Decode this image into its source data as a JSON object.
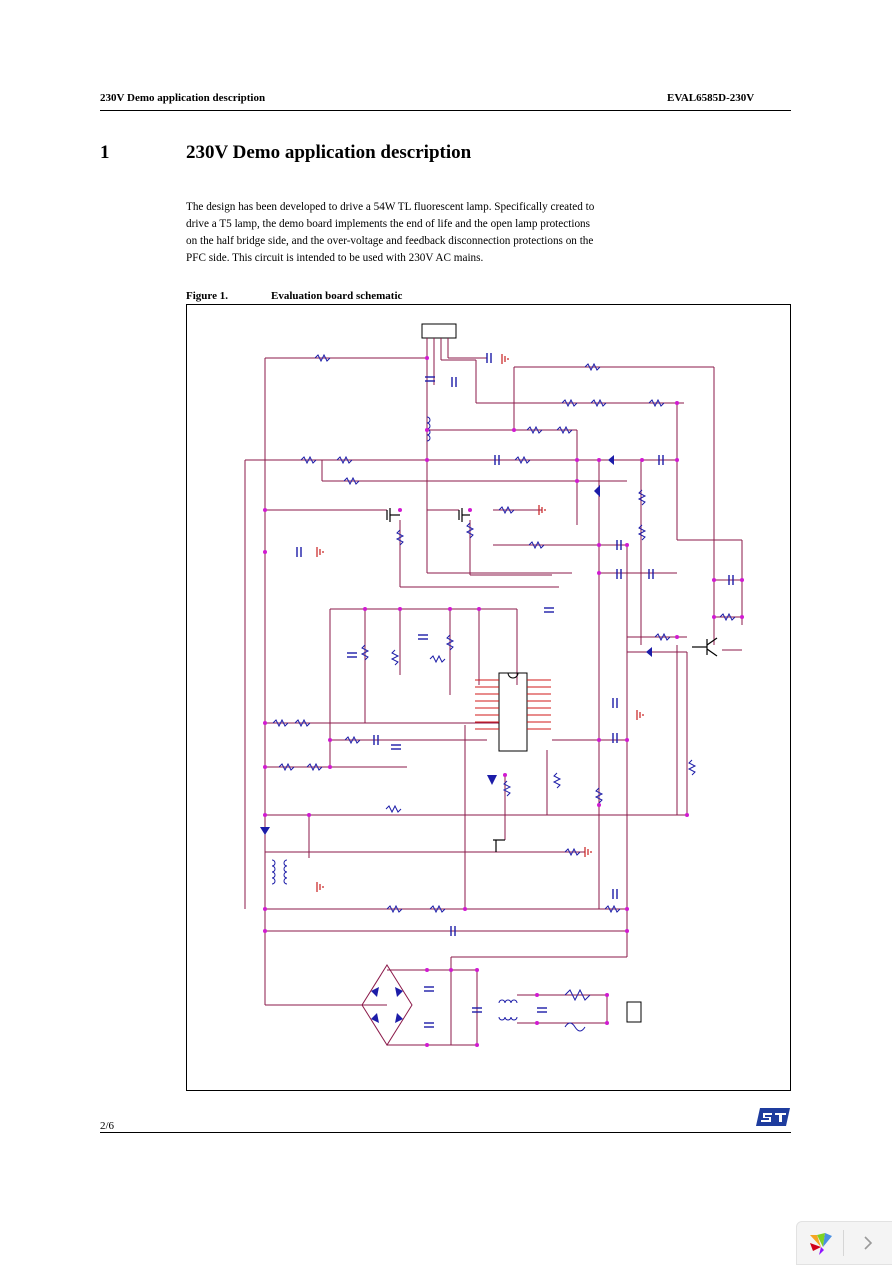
{
  "header": {
    "left": "230V Demo application description",
    "right": "EVAL6585D-230V"
  },
  "section": {
    "number": "1",
    "title": "230V Demo application description"
  },
  "body": {
    "lines": [
      "The design has been developed to drive a 54W TL fluorescent lamp. Specifically created to",
      "drive a T5 lamp, the demo board implements the end of life and the open lamp protections",
      "on the half bridge side, and the over-voltage and feedback disconnection protections on the",
      "PFC side. This circuit is intended to be used with 230V AC mains."
    ]
  },
  "figure": {
    "label": "Figure 1.",
    "title": "Evaluation board schematic"
  },
  "footer": {
    "page": "2/6"
  },
  "colors": {
    "wire": "#8b1a4a",
    "component": "#1c1ca8",
    "ground": "#c81e1e",
    "node": "#d11ad1",
    "logo": "#1e3c9e"
  },
  "icons": {
    "logo": "st-logo-icon",
    "next": "chevron-right-icon",
    "app": "colorful-bird-icon"
  }
}
